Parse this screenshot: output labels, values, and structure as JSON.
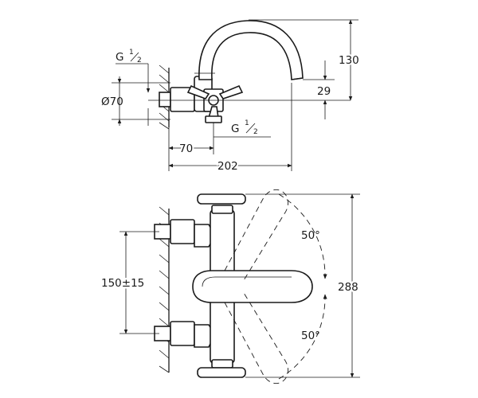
{
  "top_view": {
    "thread_label_upper": {
      "base": "G ",
      "num": "1",
      "den": "2"
    },
    "thread_label_lower": {
      "base": "G ",
      "num": "1",
      "den": "2"
    },
    "diameter_label": "Ø70",
    "dim_70": "70",
    "dim_202": "202",
    "dim_130": "130",
    "dim_29": "29"
  },
  "bottom_view": {
    "dim_150": "150±15",
    "dim_288": "288",
    "angle_upper": "50°",
    "angle_lower": "50°"
  }
}
